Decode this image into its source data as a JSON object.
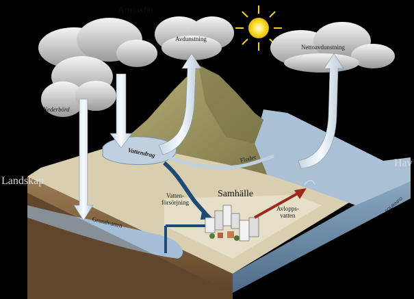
{
  "labels": {
    "atmosphere": "Atmosfär",
    "evaporation": "Avdunstning",
    "net_evaporation": "Nettoavdunstning",
    "precipitation": "Nederbörd",
    "watercourse": "Vattendrag",
    "rivers": "Floder",
    "sea": "Hav",
    "landscape": "Landskap",
    "water_supply_line1": "Vatten-",
    "water_supply_line2": "försörjning",
    "community": "Samhälle",
    "wastewater_line1": "Avlopps-",
    "wastewater_line2": "vatten",
    "groundwater": "Grundvatten",
    "source": "SOURINFO"
  },
  "colors": {
    "background": "#000000",
    "sky_cloud": "#e6e6e6",
    "mountain": "#a39f6a",
    "soil": "#8a6a44",
    "water": "#bccfe0",
    "sea": "#9fb7cf",
    "wastewater_arrow": "#9b2a1d",
    "supply_pipe": "#1f4a73",
    "sun": "#f5d416"
  }
}
